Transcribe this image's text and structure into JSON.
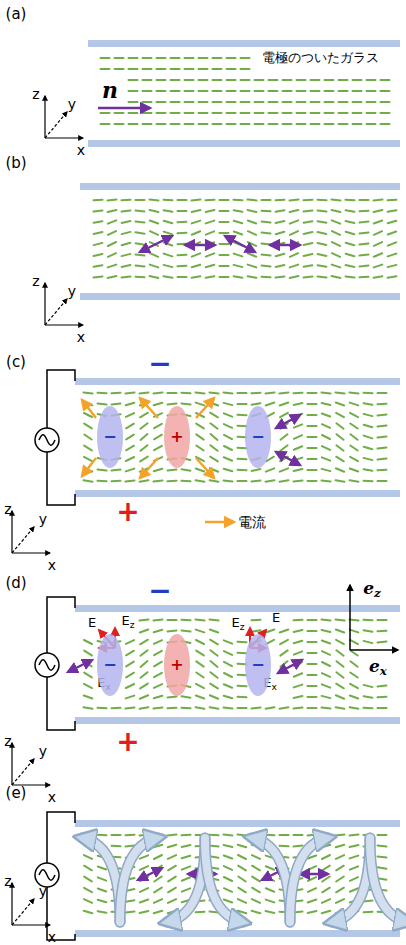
{
  "diagram": {
    "nodes": [
      {
        "text": [
          "−"
        ]
      },
      {
        "text": [
          "+"
        ]
      },
      {
        "text": [
          "−"
        ]
      },
      {
        "text": [
          "−"
        ]
      },
      {
        "text": [
          "+"
        ]
      },
      {
        "text": [
          "−"
        ]
      }
    ],
    "labels": [
      "(a)",
      "電極のついたガラス",
      "n",
      "z",
      "y",
      "x",
      "(b)",
      "z",
      "y",
      "x",
      "(c)",
      "−",
      "+",
      "z",
      "y",
      "x",
      "(d)",
      "E",
      "Ez",
      "Ex",
      "E",
      "Ez",
      "Ex",
      "ez",
      "ex",
      "−",
      "+",
      "z",
      "y",
      "x",
      "(e)",
      "z",
      "y",
      "x"
    ],
    "legend": [
      {
        "text": "電流"
      }
    ]
  }
}
